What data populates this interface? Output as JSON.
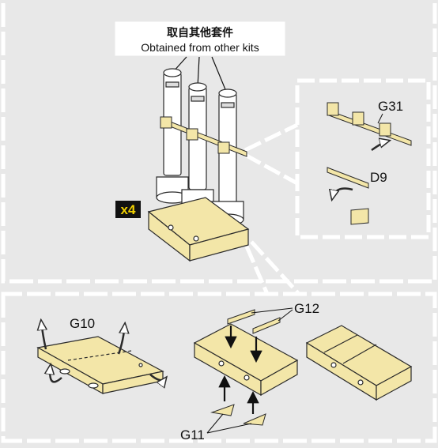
{
  "note_label": {
    "chinese": "取自其他套件",
    "english": "Obtained from other kits"
  },
  "multiplier": "x4",
  "parts": {
    "g31": "G31",
    "d9": "D9",
    "g10": "G10",
    "g12": "G12",
    "g11": "G11"
  },
  "colors": {
    "background": "#e8e8e8",
    "etch_part": "#f3e6a8",
    "outline": "#2a2a2a",
    "frame": "#ffffff",
    "multiplier_bg": "#111111",
    "multiplier_text": "#f0d000"
  }
}
